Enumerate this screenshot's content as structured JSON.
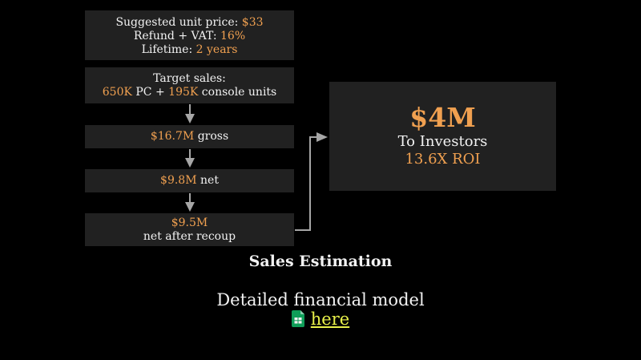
{
  "info_box": {
    "price_label": "Suggested unit price: ",
    "price_value": "$33",
    "refund_label": "Refund + VAT: ",
    "refund_value": "16%",
    "lifetime_label": "Lifetime: ",
    "lifetime_value": "2 years"
  },
  "target_box": {
    "title": "Target sales:",
    "pc_value": "650K",
    "pc_text": " PC + ",
    "console_value": "195K",
    "console_text": " console units"
  },
  "gross_box": {
    "value": "$16.7M",
    "text": " gross"
  },
  "net_box": {
    "value": "$9.8M",
    "text": " net"
  },
  "recoup_box": {
    "value": "$9.5M",
    "text": "net after recoup"
  },
  "investors_box": {
    "amount": "$4M",
    "label": "To Investors",
    "roi": "13.6X ROI"
  },
  "title": "Sales Estimation",
  "model": {
    "text": "Detailed financial model",
    "link_label": "here",
    "icon": "google-sheets-icon"
  },
  "colors": {
    "background": "#000000",
    "box": "#212121",
    "accent": "#f0a050",
    "link": "#e8f04a",
    "arrow": "#a6a6a6",
    "sheets_icon": "#0f9d58"
  }
}
